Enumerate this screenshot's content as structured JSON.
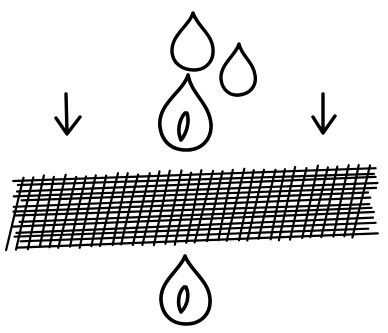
{
  "diagram": {
    "ink_color": "#000000",
    "background_color": "#ffffff",
    "elements": {
      "drops_above": 2,
      "drop_with_core_above": 1,
      "drop_with_core_below": 1,
      "down_arrows": 2,
      "mesh": "woven fabric"
    }
  }
}
